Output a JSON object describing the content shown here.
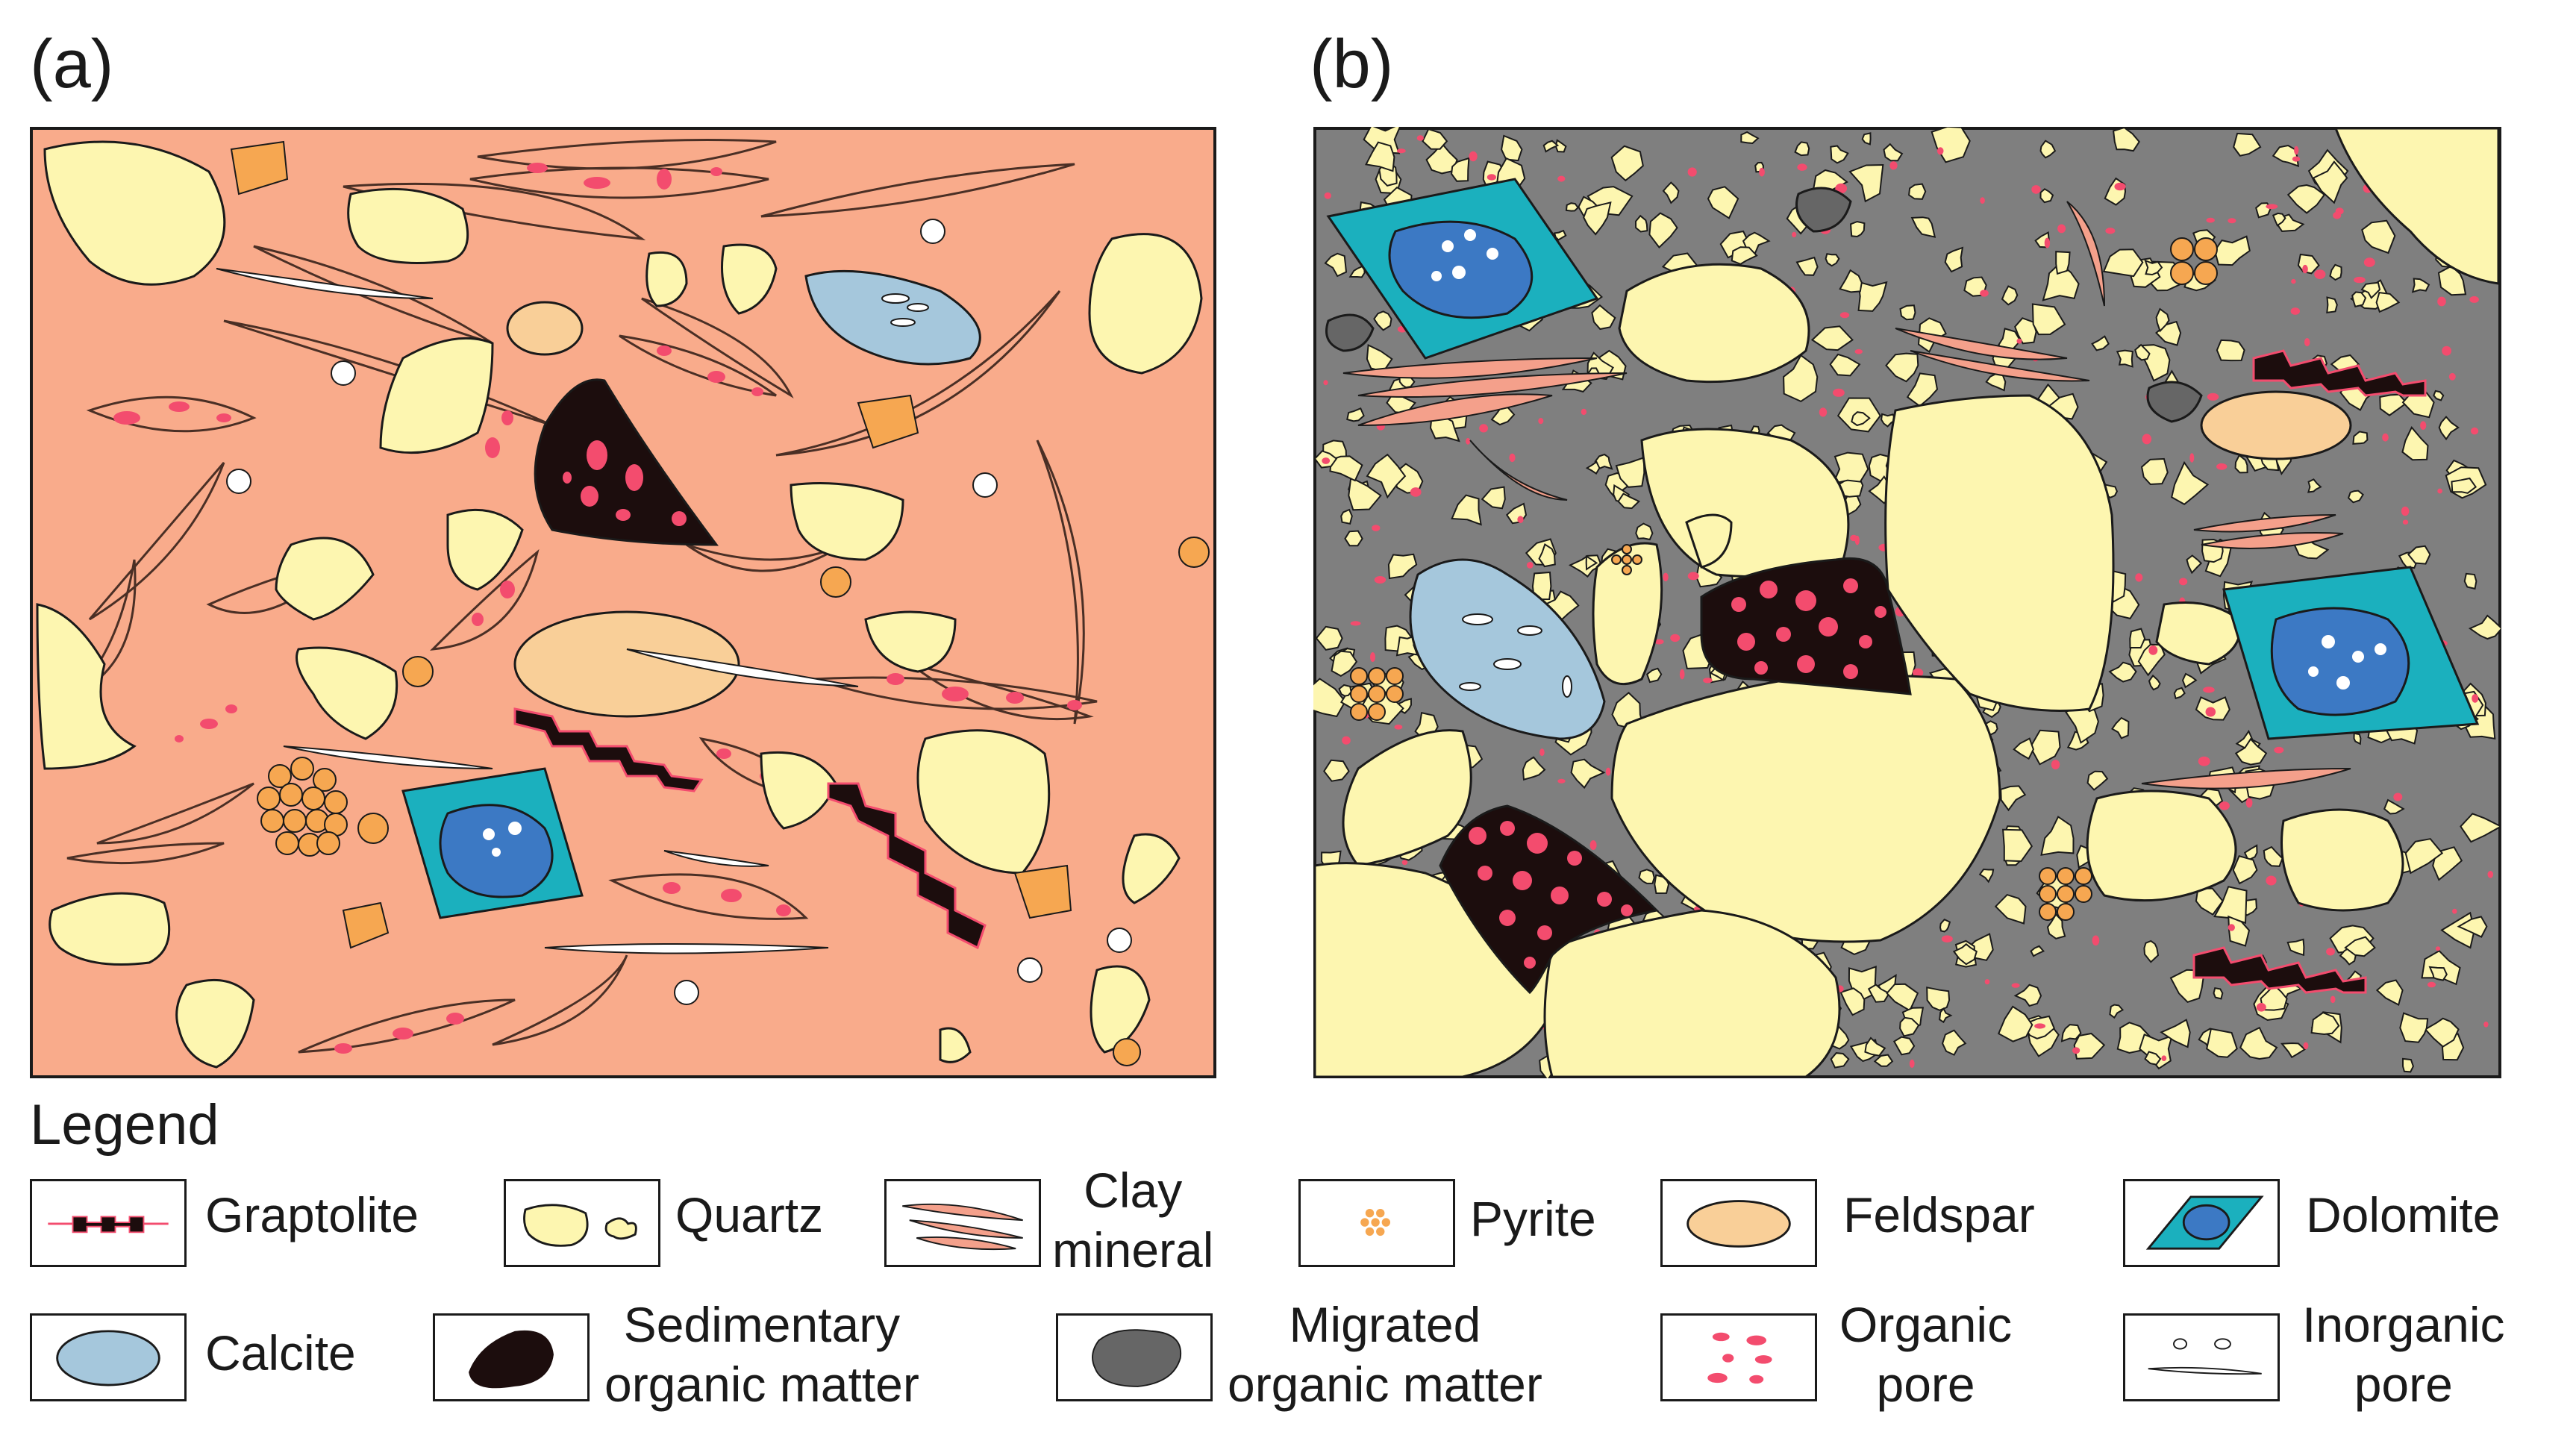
{
  "panels": {
    "a_label": "(a)",
    "b_label": "(b)"
  },
  "legend": {
    "title": "Legend",
    "items": [
      {
        "key": "graptolite",
        "line1": "Graptolite",
        "line2": ""
      },
      {
        "key": "quartz",
        "line1": "Quartz",
        "line2": ""
      },
      {
        "key": "clay",
        "line1": "Clay",
        "line2": "mineral"
      },
      {
        "key": "pyrite",
        "line1": "Pyrite",
        "line2": ""
      },
      {
        "key": "feldspar",
        "line1": "Feldspar",
        "line2": ""
      },
      {
        "key": "dolomite",
        "line1": "Dolomite",
        "line2": ""
      },
      {
        "key": "calcite",
        "line1": "Calcite",
        "line2": ""
      },
      {
        "key": "sedimentary",
        "line1": "Sedimentary",
        "line2": "organic matter"
      },
      {
        "key": "migrated",
        "line1": "Migrated",
        "line2": "organic matter"
      },
      {
        "key": "organic_pore",
        "line1": "Organic",
        "line2": "pore"
      },
      {
        "key": "inorganic_pore",
        "line1": "Inorganic",
        "line2": "pore"
      }
    ]
  },
  "colors": {
    "matrix_a": "#f9ab8b",
    "matrix_b": "#7f7f7f",
    "quartz": "#fdf6b0",
    "feldspar": "#f9cf98",
    "calcite": "#a5c7dc",
    "dolomite_outer": "#1bb0be",
    "dolomite_inner": "#3c79c4",
    "organic_matter": "#1c0d0d",
    "organic_pore": "#f34c6e",
    "pyrite": "#f6a751",
    "clay": "#f4a08b",
    "migrated": "#666666",
    "outline": "#1a1a1a"
  }
}
